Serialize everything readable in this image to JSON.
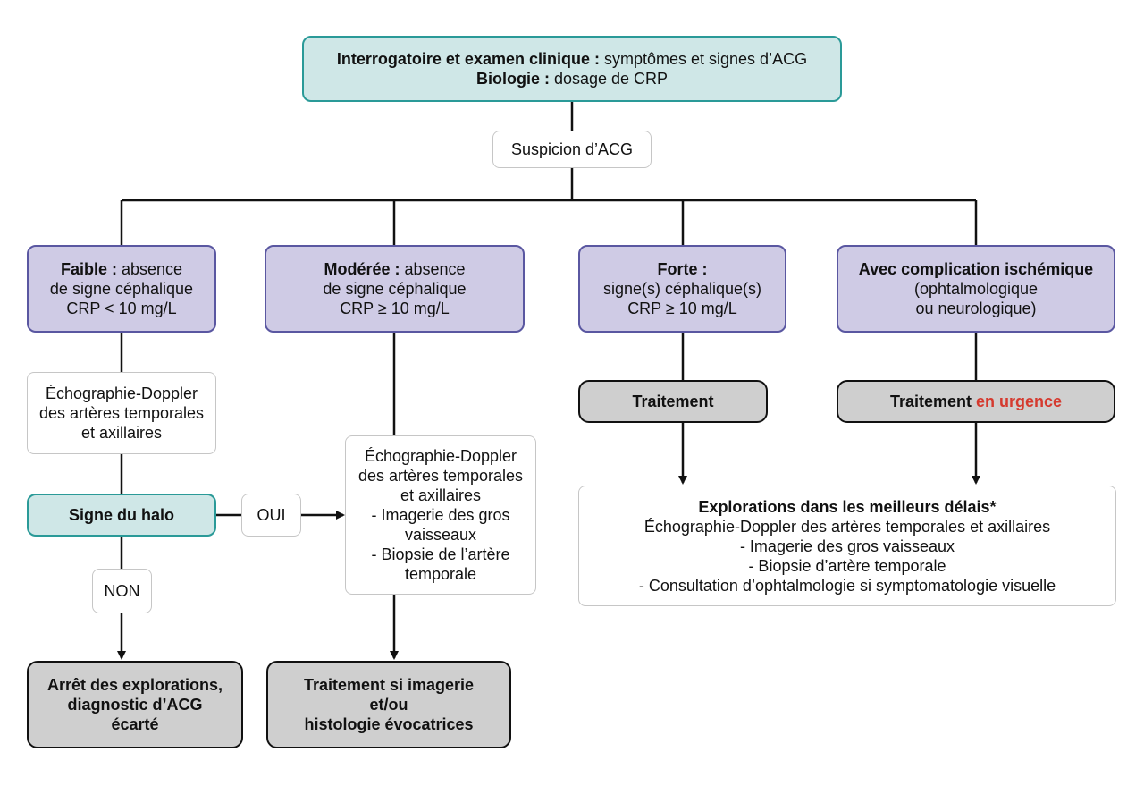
{
  "top_box": {
    "line1_bold": "Interrogatoire et examen clinique :",
    "line1_rest": " symptômes et signes d’ACG",
    "line2_bold": "Biologie :",
    "line2_rest": " dosage de CRP"
  },
  "suspicion": "Suspicion d’ACG",
  "branches": {
    "faible": {
      "bold": "Faible :",
      "rest": " absence",
      "line2": "de signe céphalique",
      "line3": "CRP < 10 mg/L"
    },
    "moderee": {
      "bold": "Modérée :",
      "rest": " absence",
      "line2": "de signe céphalique",
      "line3": "CRP ≥ 10 mg/L"
    },
    "forte": {
      "bold": "Forte :",
      "line2": "signe(s) céphalique(s)",
      "line3": "CRP ≥ 10 mg/L"
    },
    "complication": {
      "bold": "Avec complication ischémique",
      "line2": "(ophtalmologique",
      "line3": "ou neurologique)"
    }
  },
  "echo_left": {
    "line1": "Échographie-Doppler",
    "line2": "des artères temporales",
    "line3": "et axillaires"
  },
  "halo": "Signe du halo",
  "oui": "OUI",
  "non": "NON",
  "echo_mid": {
    "line1": "Échographie-Doppler",
    "line2": "des artères temporales",
    "line3": "et axillaires",
    "line4": "- Imagerie des gros",
    "line5": "vaisseaux",
    "line6": "- Biopsie de l’artère",
    "line7": "temporale"
  },
  "traitement": "Traitement",
  "traitement_urgence": {
    "prefix": "Traitement ",
    "highlight": "en urgence"
  },
  "explorations": {
    "title": "Explorations dans les meilleurs délais*",
    "line1": "Échographie-Doppler des artères temporales et axillaires",
    "line2": "- Imagerie des gros vaisseaux",
    "line3": "- Biopsie d’artère temporale",
    "line4": "- Consultation d’ophtalmologie si symptomatologie visuelle"
  },
  "arret": {
    "line1": "Arrêt des explorations,",
    "line2": "diagnostic d’ACG",
    "line3": "écarté"
  },
  "traitement_si": {
    "line1": "Traitement si imagerie",
    "line2": "et/ou",
    "line3": "histologie évocatrices"
  },
  "colors": {
    "teal_fill": "#cfe7e7",
    "teal_border": "#2a9a98",
    "purple_fill": "#cfcbe5",
    "purple_border": "#5a57a1",
    "gray_fill": "#cfcfcf",
    "urgent_red": "#d53a2f"
  }
}
